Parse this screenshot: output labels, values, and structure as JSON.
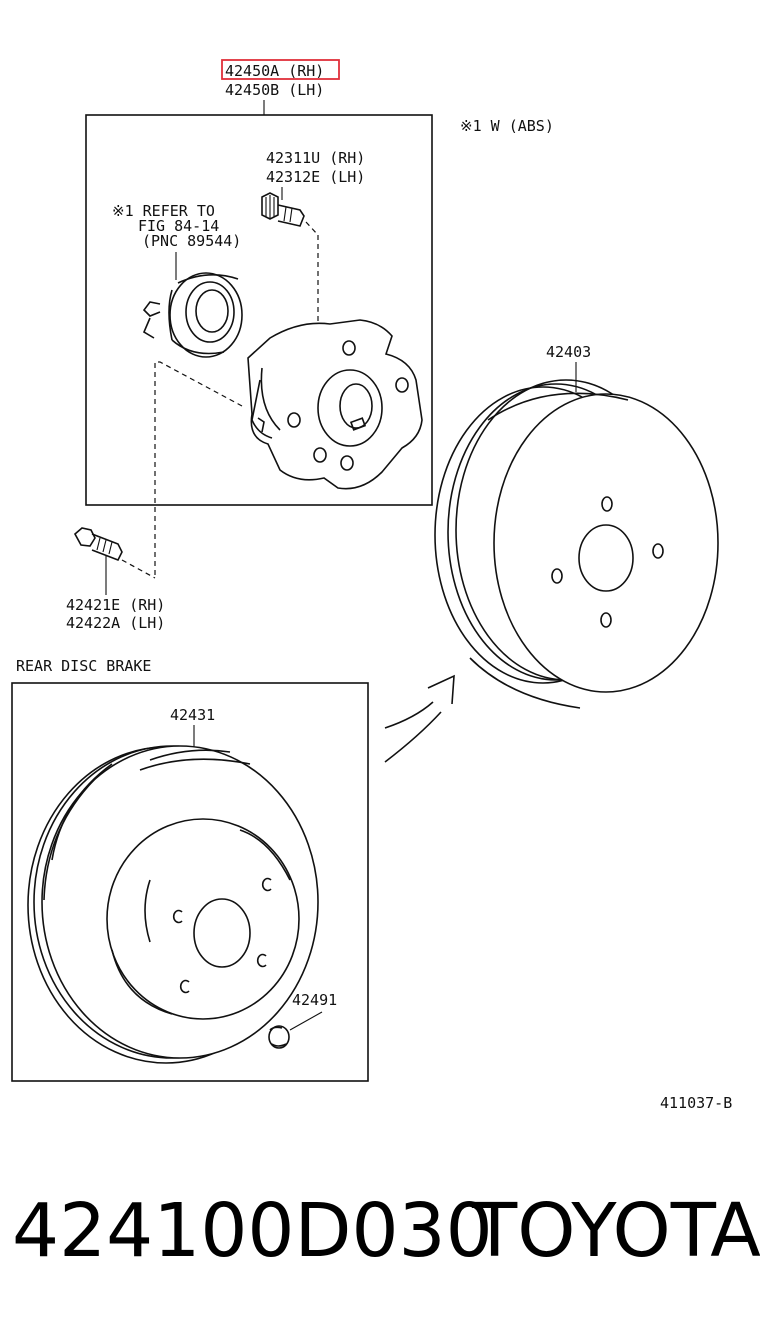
{
  "labels": {
    "hub_rh": "42450A (RH)",
    "hub_lh": "42450B (LH)",
    "abs_note": "※1 W (ABS)",
    "bolt_rh": "42311U (RH)",
    "bolt_lh": "42312E (LH)",
    "refer_1": "※1 REFER TO",
    "refer_2": "FIG 84-14",
    "refer_3": "(PNC 89544)",
    "drum": "42403",
    "screw_rh": "42421E (RH)",
    "screw_lh": "42422A (LH)",
    "section_title": "REAR DISC BRAKE",
    "disc": "42431",
    "plug": "42491",
    "figure_code": "411037-B"
  },
  "footer": {
    "part_number": "424100D030",
    "brand": "TOYOTA"
  },
  "colors": {
    "highlight": "#e0303a",
    "ink": "#111111"
  }
}
